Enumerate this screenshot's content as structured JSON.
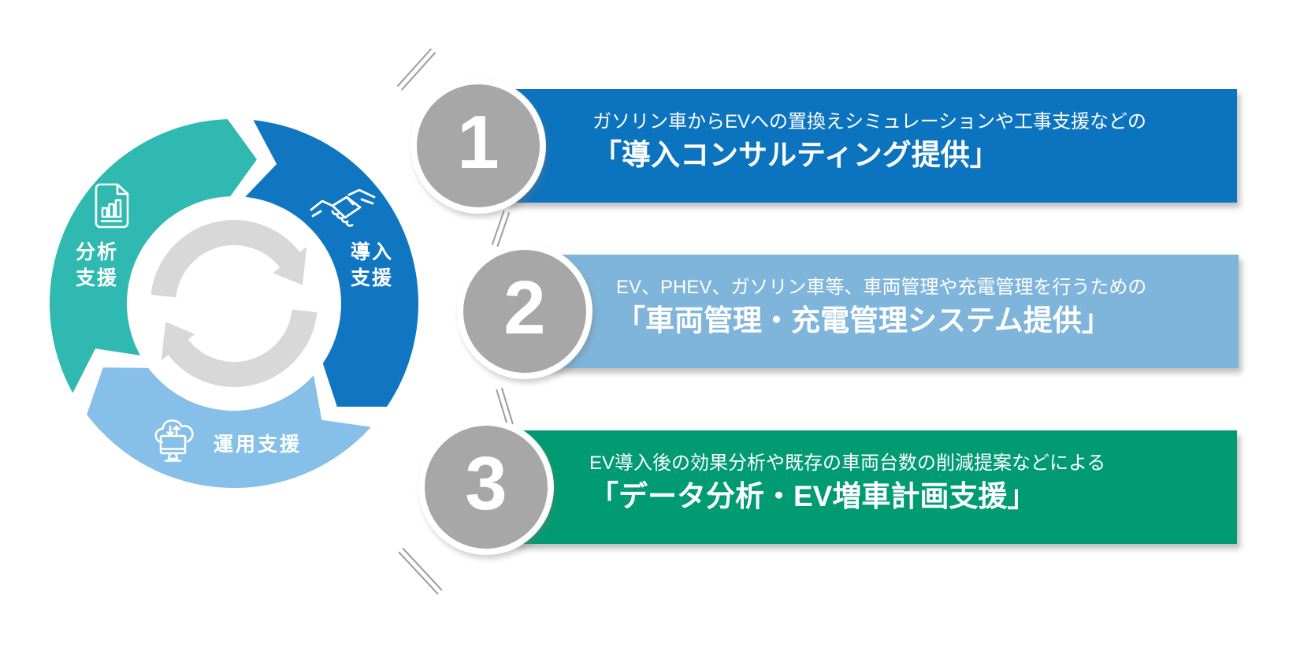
{
  "diagram": {
    "center_icon": "cycle-arrows-icon",
    "segments": [
      {
        "name": "analysis-support",
        "label_lines": [
          "分析",
          "支援"
        ],
        "color": "#2FB9B1",
        "icon": "document-chart-icon"
      },
      {
        "name": "introduction-support",
        "label_lines": [
          "導入",
          "支援"
        ],
        "color": "#1076C2",
        "icon": "handshake-icon"
      },
      {
        "name": "operation-support",
        "label_lines": [
          "運用支援"
        ],
        "color": "#86BFE8",
        "icon": "cloud-sync-monitor-icon"
      }
    ]
  },
  "steps": [
    {
      "number": "1",
      "color": "#0C74BE",
      "line1": "ガソリン車からEVへの置換えシミュレーションや工事支援などの",
      "line2": "「導入コンサルティング提供」"
    },
    {
      "number": "2",
      "color": "#7FB5DB",
      "line1": "EV、PHEV、ガソリン車等、車両管理や充電管理を行うための",
      "line2": "「車両管理・充電管理システム提供」"
    },
    {
      "number": "3",
      "color": "#009B72",
      "line1": "EV導入後の効果分析や既存の車両台数の削減提案などによる",
      "line2": "「データ分析・EV増車計画支援」"
    }
  ],
  "colors": {
    "background": "#FFFFFF",
    "step_circle_gray": "#A7A7A7",
    "cycle_arrows_gray": "#D8D8D8",
    "tick_mark_gray": "#9C9C9C",
    "text_on_color": "#FFFFFF"
  }
}
